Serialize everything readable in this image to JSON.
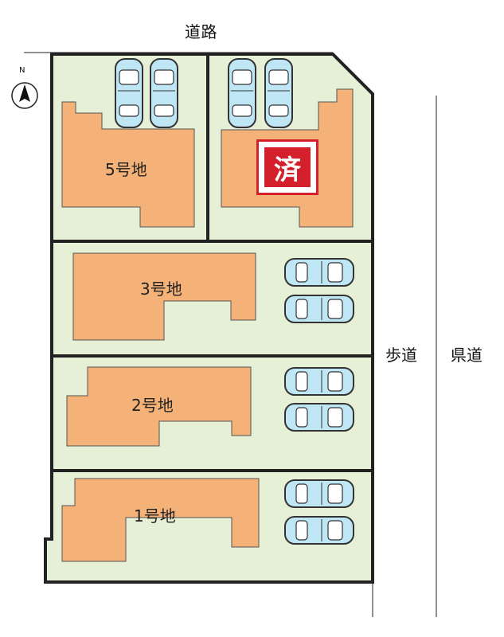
{
  "labels": {
    "road_top": "道路",
    "sidewalk": "歩道",
    "prefectural_road": "県道",
    "compass": "N"
  },
  "lots": [
    {
      "label": "5号地"
    },
    {
      "label": "",
      "status": "済"
    },
    {
      "label": "3号地"
    },
    {
      "label": "2号地"
    },
    {
      "label": "1号地"
    }
  ],
  "colors": {
    "lot_fill": "#e6f0d6",
    "house_fill": "#f4b178",
    "sold_red": "#d4202c",
    "car_fill": "#bfe6f5"
  }
}
